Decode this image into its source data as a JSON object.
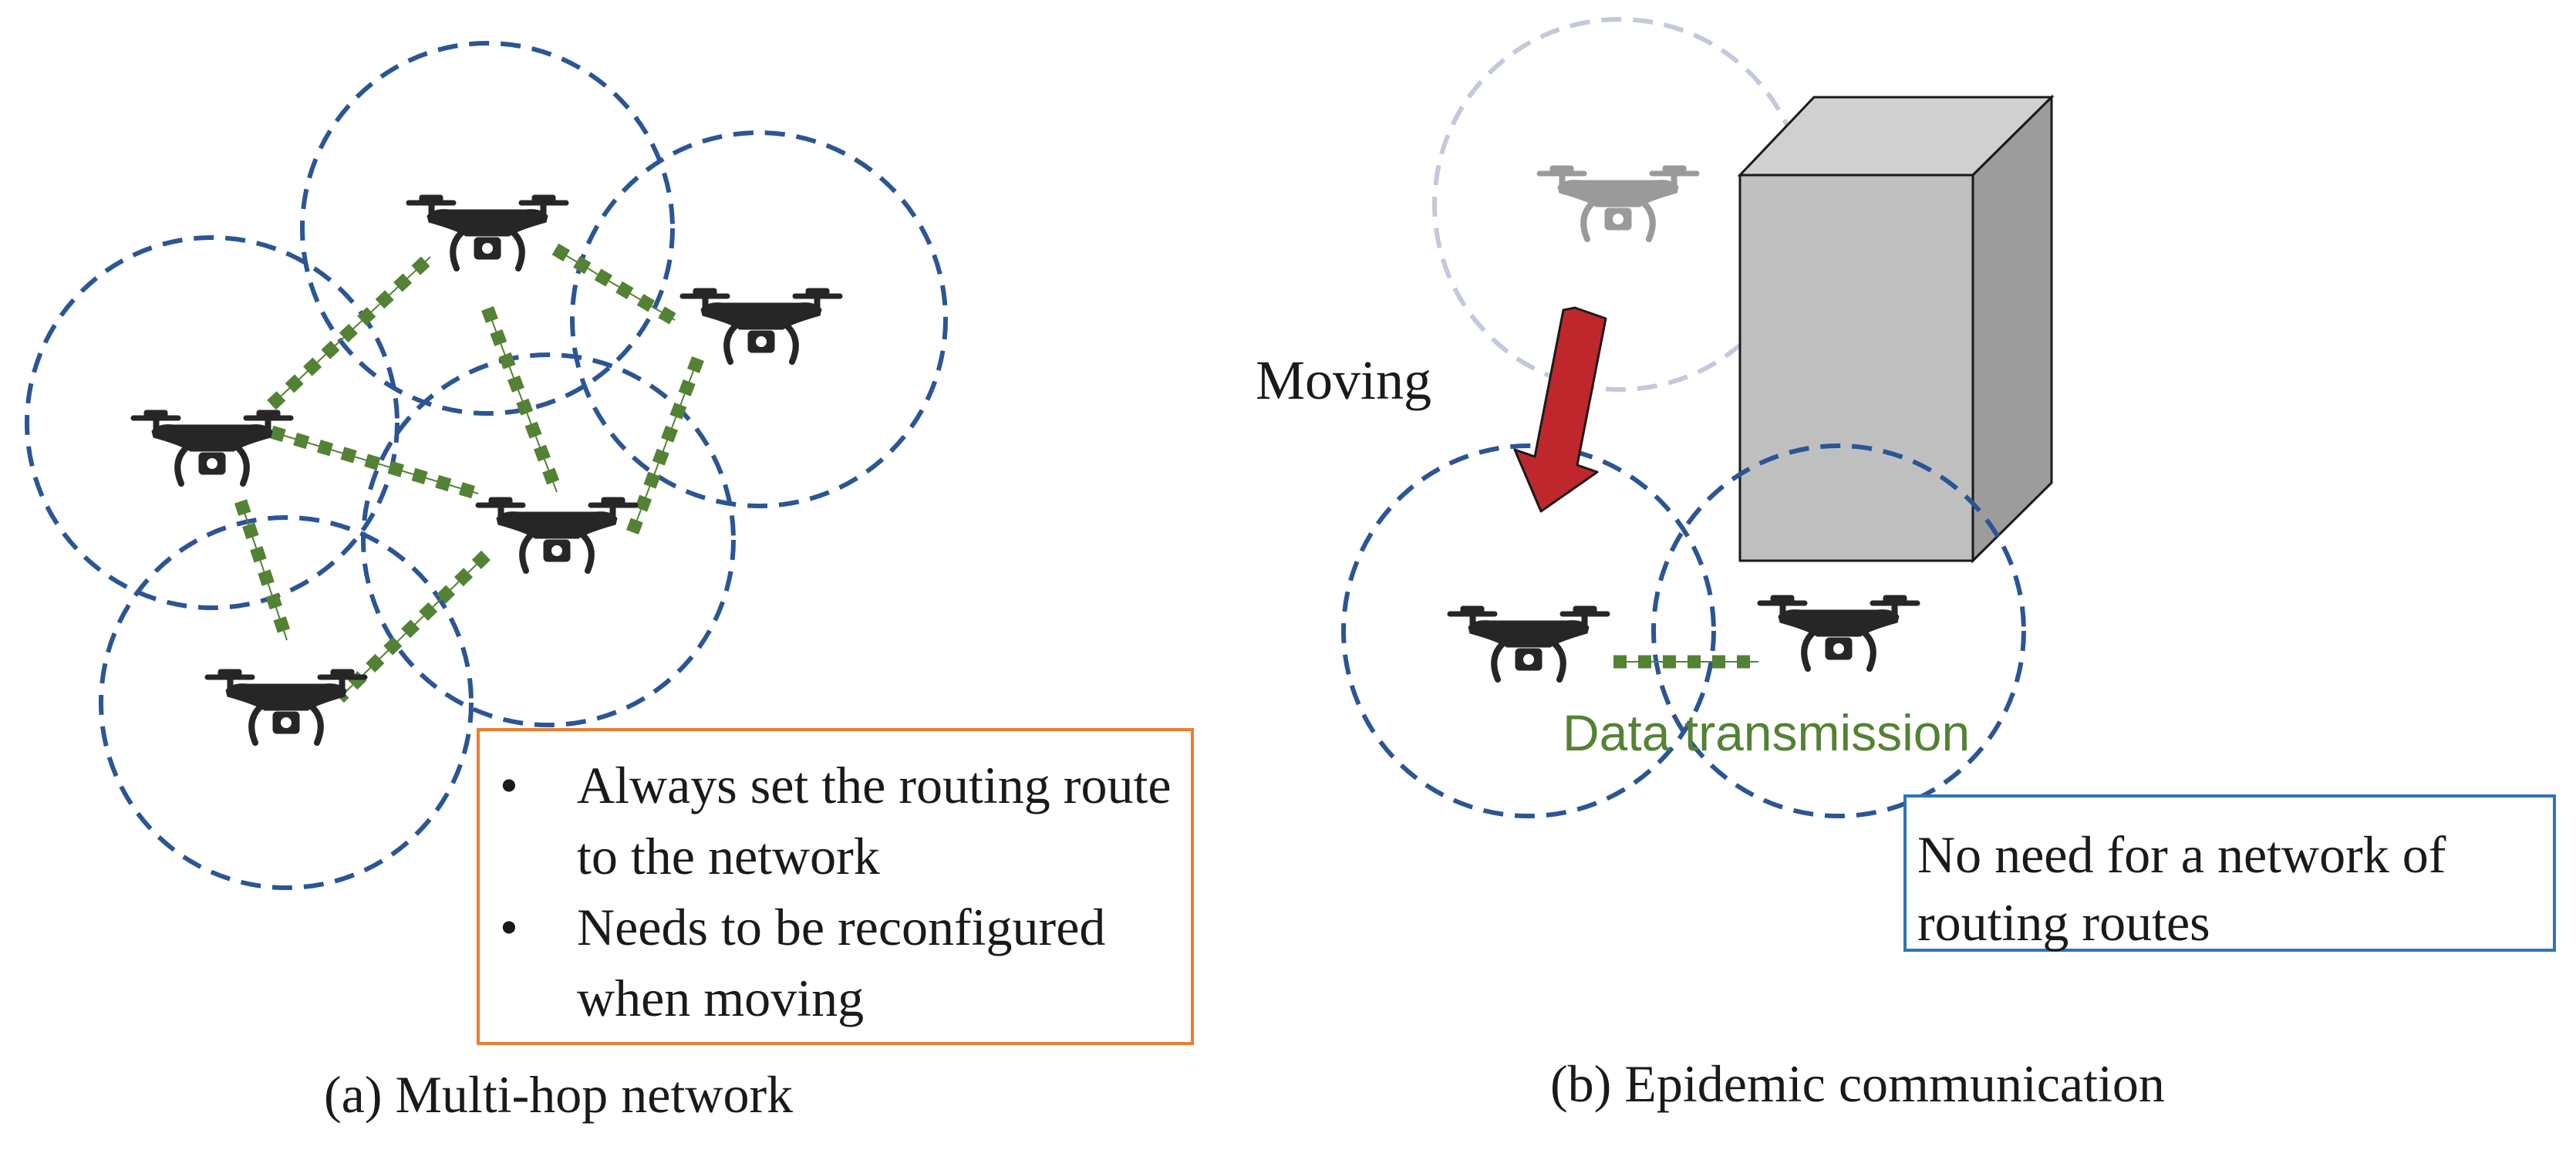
{
  "colors": {
    "range_circle": "#2b5595",
    "range_circle_faded": "#c3c8dc",
    "link": "#548235",
    "drone": "#262626",
    "drone_faded": "#9a9a9a",
    "arrow": "#c0272d",
    "box_a_border": "#ed7d31",
    "box_b_border": "#2e75b6",
    "building_front": "#bfbfbf",
    "building_top": "#d0d0d0",
    "building_side": "#9c9c9c"
  },
  "icons": {
    "drone": "quadcopter-drone-icon",
    "arrow": "move-arrow-icon",
    "obstacle": "building-block"
  },
  "panel_a": {
    "caption": "(a) Multi-hop network",
    "notes": [
      "Always set the routing route to the network",
      "Needs to be reconfigured when moving"
    ]
  },
  "panel_b": {
    "caption": "(b) Epidemic communication",
    "moving_label": "Moving",
    "data_label": "Data transmission",
    "note": "No need for a network of routing routes"
  }
}
